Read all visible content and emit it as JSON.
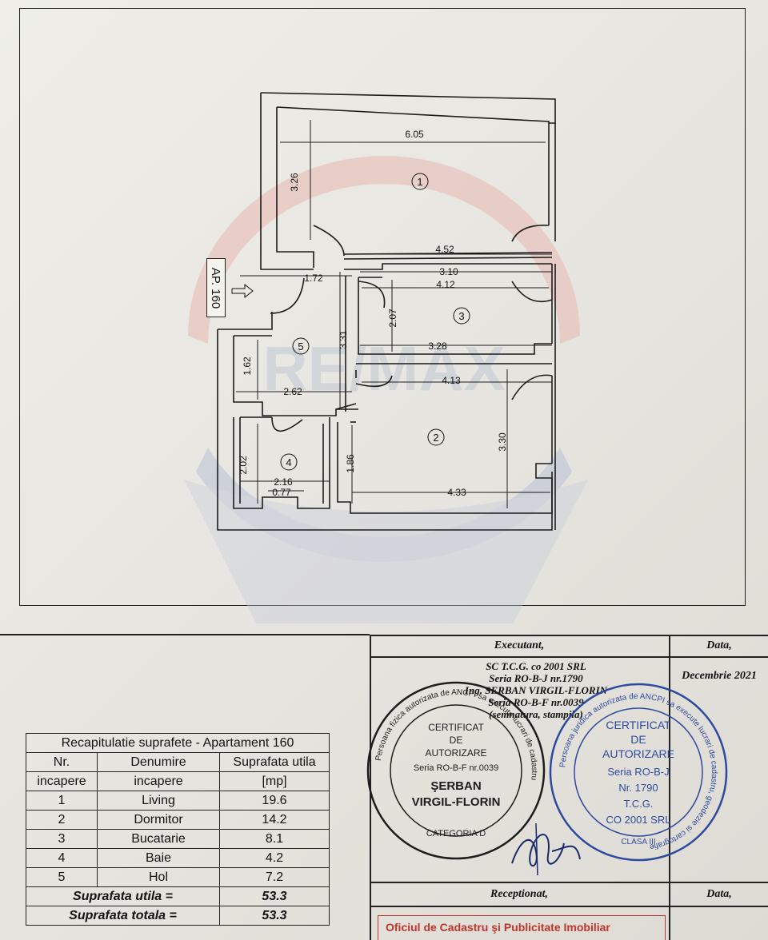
{
  "plan": {
    "apartment_label": "AP. 160",
    "watermark_text": "RE/MAX",
    "dimensions": {
      "d605": "6.05",
      "d326": "3.26",
      "d452": "4.52",
      "d310": "3.10",
      "d172": "1.72",
      "d412": "4.12",
      "d207": "2.07",
      "d331": "3.31",
      "d328": "3.28",
      "d162": "1.62",
      "d413": "4.13",
      "d262": "2.62",
      "d330": "3.30",
      "d202": "2.02",
      "d216": "2.16",
      "d077": "0.77",
      "d186": "1.86",
      "d433": "4.33"
    },
    "room_numbers": [
      "1",
      "2",
      "3",
      "4",
      "5"
    ]
  },
  "summary": {
    "title": "Recapitulatie suprafete - Apartament 160",
    "col1": [
      "Nr.",
      "incapere"
    ],
    "col2": [
      "Denumire",
      "incapere"
    ],
    "col3": [
      "Suprafata utila",
      "[mp]"
    ],
    "rows": [
      {
        "nr": "1",
        "name": "Living",
        "area": "19.6"
      },
      {
        "nr": "2",
        "name": "Dormitor",
        "area": "14.2"
      },
      {
        "nr": "3",
        "name": "Bucatarie",
        "area": "8.1"
      },
      {
        "nr": "4",
        "name": "Baie",
        "area": "4.2"
      },
      {
        "nr": "5",
        "name": "Hol",
        "area": "7.2"
      }
    ],
    "util_label": "Suprafata utila =",
    "util_value": "53.3",
    "total_label": "Suprafata totala =",
    "total_value": "53.3"
  },
  "executant": {
    "header": "Executant,",
    "date_header": "Data,",
    "date": "Decembrie 2021",
    "lines": [
      "SC T.C.G. co 2001 SRL",
      "Seria RO-B-J nr.1790",
      "Ing. SERBAN VIRGIL-FLORIN",
      "Seria RO-B-F nr.0039",
      "(semnatura, stampila)"
    ]
  },
  "stamp1": {
    "ring": "Persoana fizica autorizata de ANCPI sa execute lucrari de cadastru",
    "lines": [
      "CERTIFICAT",
      "DE",
      "AUTORIZARE",
      "Seria RO-B-F nr.0039",
      "ŞERBAN",
      "VIRGIL-FLORIN"
    ],
    "bottom": "CATEGORIA D"
  },
  "stamp2": {
    "ring": "Persoana juridica autorizata de ANCPI sa execute lucrari de cadastru, geodezie si cartografie",
    "lines": [
      "CERTIFICAT",
      "DE",
      "AUTORIZARE",
      "Seria RO-B-J",
      "Nr. 1790",
      "T.C.G.",
      "CO 2001 SRL"
    ],
    "bottom": "CLASA III"
  },
  "receptionat": {
    "header": "Receptionat,",
    "date_header": "Data,",
    "office": "Oficiul de Cadastru şi Publicitate Imobiliar"
  },
  "colors": {
    "ink": "#1a1a1a",
    "stamp_blue": "#2d4aa0",
    "office_red": "#c0342c"
  }
}
